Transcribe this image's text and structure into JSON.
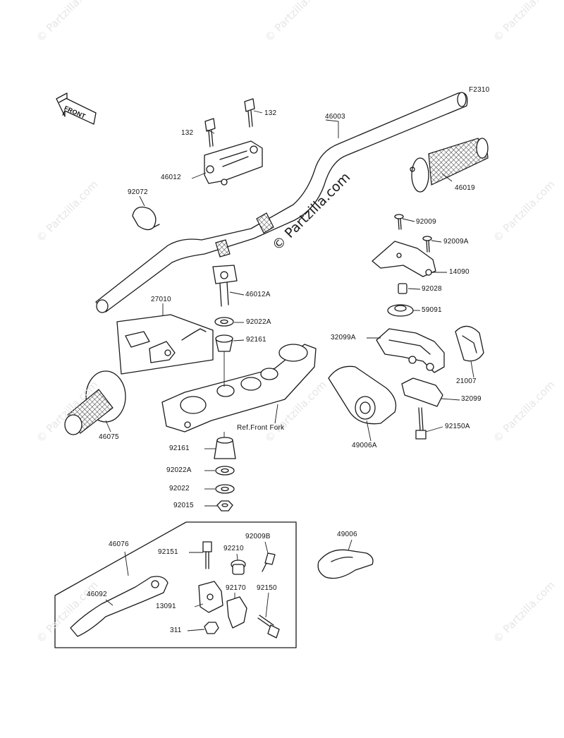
{
  "figure_code": "F2310",
  "front_label": "FRONT",
  "watermark": "© Partzilla.com",
  "ref_note": "Ref.Front Fork",
  "parts": [
    {
      "id": "p-132a",
      "label": "132"
    },
    {
      "id": "p-132b",
      "label": "132"
    },
    {
      "id": "p-46003",
      "label": "46003"
    },
    {
      "id": "p-46012",
      "label": "46012"
    },
    {
      "id": "p-92072",
      "label": "92072"
    },
    {
      "id": "p-46019",
      "label": "46019"
    },
    {
      "id": "p-92009",
      "label": "92009"
    },
    {
      "id": "p-92009A",
      "label": "92009A"
    },
    {
      "id": "p-14090",
      "label": "14090"
    },
    {
      "id": "p-92028",
      "label": "92028"
    },
    {
      "id": "p-59091",
      "label": "59091"
    },
    {
      "id": "p-32099A",
      "label": "32099A"
    },
    {
      "id": "p-21007",
      "label": "21007"
    },
    {
      "id": "p-32099",
      "label": "32099"
    },
    {
      "id": "p-92150A",
      "label": "92150A"
    },
    {
      "id": "p-49006A",
      "label": "49006A"
    },
    {
      "id": "p-46012A",
      "label": "46012A"
    },
    {
      "id": "p-27010",
      "label": "27010"
    },
    {
      "id": "p-92022A",
      "label": "92022A"
    },
    {
      "id": "p-92161a",
      "label": "92161"
    },
    {
      "id": "p-46075",
      "label": "46075"
    },
    {
      "id": "p-92161b",
      "label": "92161"
    },
    {
      "id": "p-92022Ab",
      "label": "92022A"
    },
    {
      "id": "p-92022",
      "label": "92022"
    },
    {
      "id": "p-92015",
      "label": "92015"
    },
    {
      "id": "p-46076",
      "label": "46076"
    },
    {
      "id": "p-92151",
      "label": "92151"
    },
    {
      "id": "p-92210",
      "label": "92210"
    },
    {
      "id": "p-92009B",
      "label": "92009B"
    },
    {
      "id": "p-49006",
      "label": "49006"
    },
    {
      "id": "p-46092",
      "label": "46092"
    },
    {
      "id": "p-92170",
      "label": "92170"
    },
    {
      "id": "p-13091",
      "label": "13091"
    },
    {
      "id": "p-92150",
      "label": "92150"
    },
    {
      "id": "p-311",
      "label": "311"
    }
  ]
}
